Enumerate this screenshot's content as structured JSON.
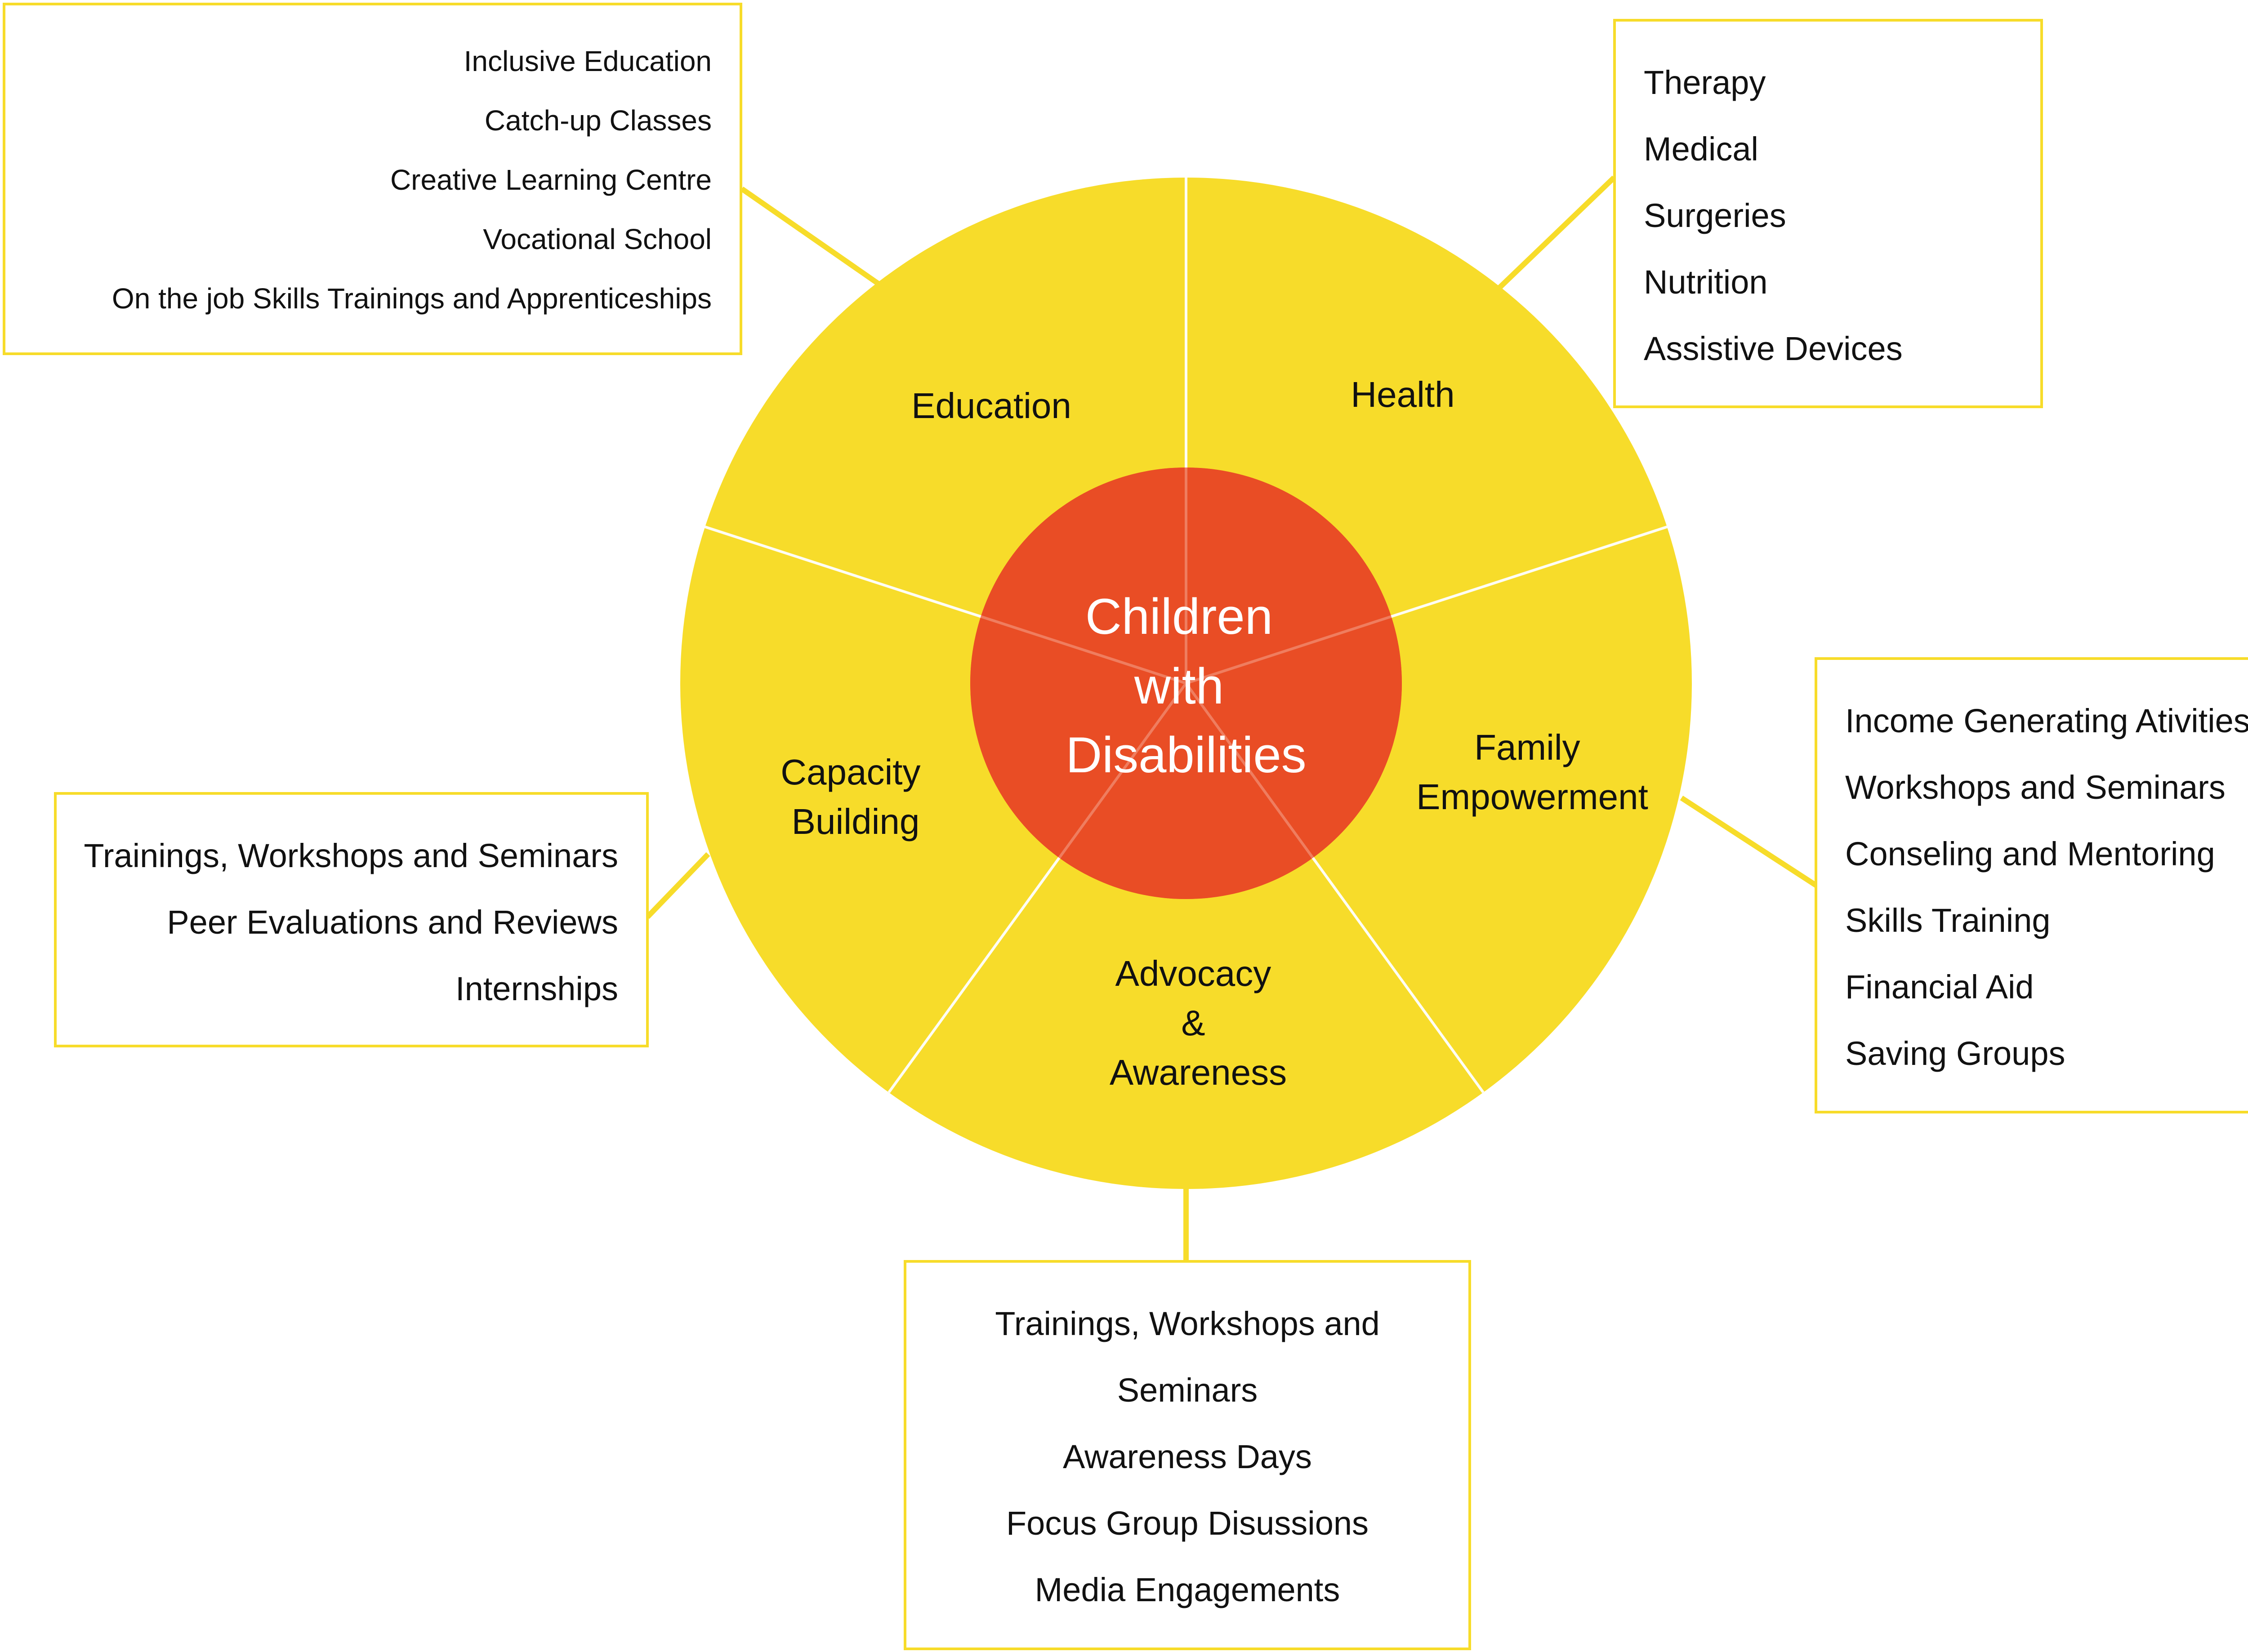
{
  "center": {
    "lines": [
      "Children",
      "with",
      "Disabilities"
    ]
  },
  "segments": {
    "education": {
      "lines": [
        "Education"
      ]
    },
    "health": {
      "lines": [
        "Health"
      ]
    },
    "family": {
      "lines": [
        "Family",
        "Empowerment"
      ]
    },
    "advocacy": {
      "lines": [
        "Advocacy",
        "&",
        "Awareness"
      ]
    },
    "capacity": {
      "lines": [
        "Capacity",
        "Building"
      ]
    }
  },
  "boxes": {
    "education": {
      "items": [
        "Inclusive Education",
        "Catch-up Classes",
        "Creative Learning Centre",
        "Vocational School",
        "On the job Skills Trainings and Apprenticeships"
      ]
    },
    "health": {
      "items": [
        "Therapy",
        "Medical",
        "Surgeries",
        "Nutrition",
        "Assistive Devices"
      ]
    },
    "family": {
      "items": [
        "Income Generating Ativities",
        "Workshops and Seminars",
        "Conseling and Mentoring",
        "Skills Training",
        "Financial Aid",
        "Saving Groups"
      ]
    },
    "advocacy": {
      "items": [
        "Trainings, Workshops and",
        "Seminars",
        "Awareness Days",
        "Focus Group Disussions",
        "Media Engagements"
      ]
    },
    "capacity": {
      "items": [
        "Trainings, Workshops and Seminars",
        "Peer Evaluations and Reviews",
        "Internships"
      ]
    }
  },
  "colors": {
    "ring": "#f7dc2a",
    "center": "#e94e25",
    "divider": "#ffffff",
    "connector": "#f7dc2a",
    "text": "#111111",
    "center_text": "#ffffff"
  }
}
